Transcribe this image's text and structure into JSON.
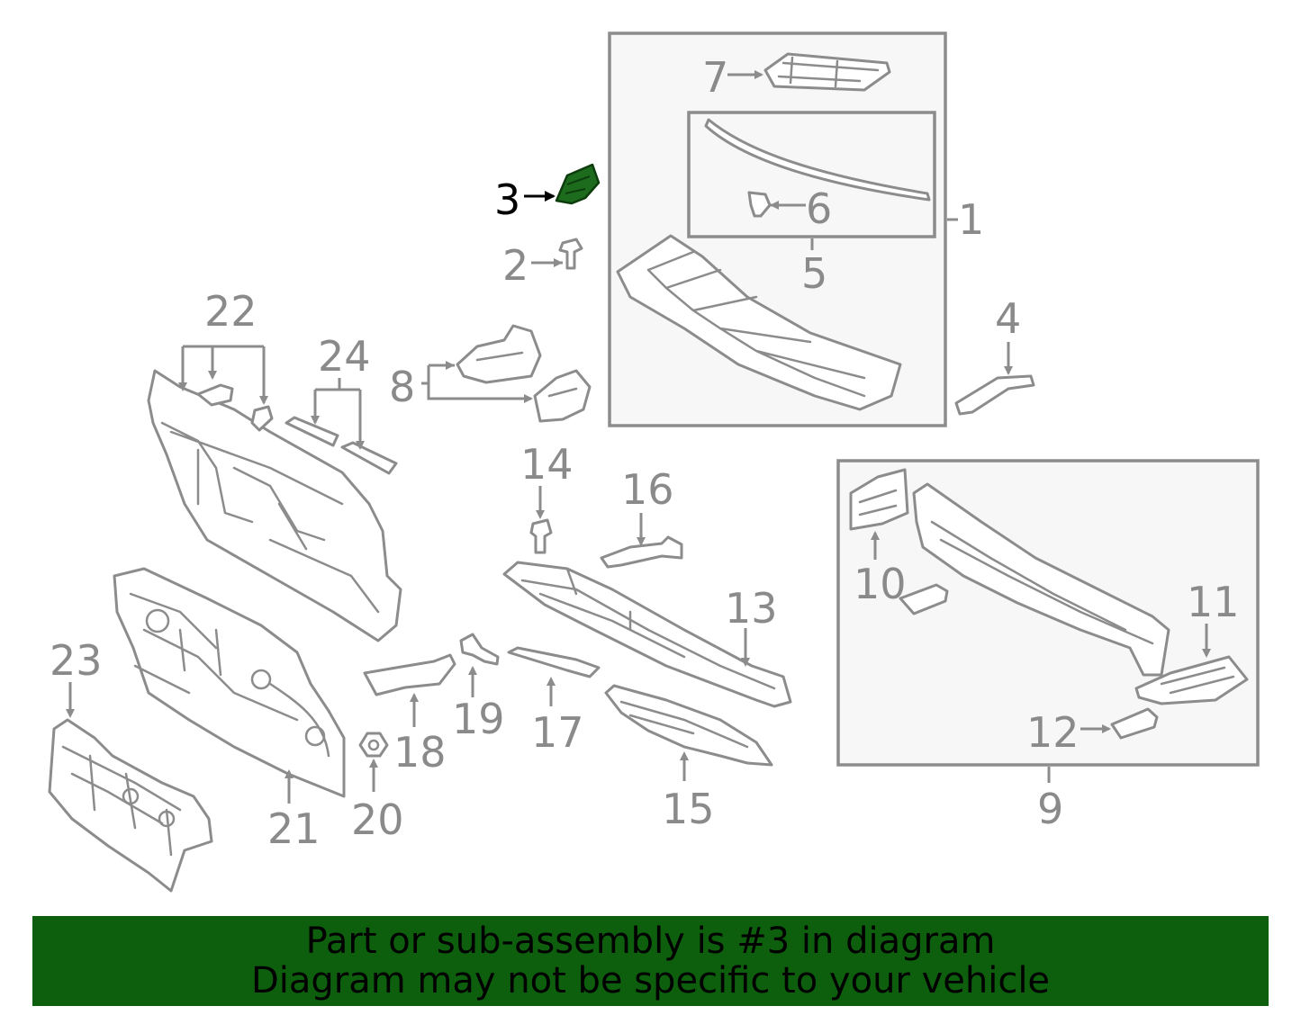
{
  "highlight": {
    "part_number": "3",
    "color": "#1d6b1d"
  },
  "callouts": {
    "c1": "1",
    "c2": "2",
    "c3": "3",
    "c4": "4",
    "c5": "5",
    "c6": "6",
    "c7": "7",
    "c8": "8",
    "c9": "9",
    "c10": "10",
    "c11": "11",
    "c12": "12",
    "c13": "13",
    "c14": "14",
    "c15": "15",
    "c16": "16",
    "c17": "17",
    "c18": "18",
    "c19": "19",
    "c20": "20",
    "c21": "21",
    "c22": "22",
    "c23": "23",
    "c24": "24"
  },
  "banner": {
    "line1": "Part or sub-assembly is #3 in diagram",
    "line2": "Diagram may not be specific to your vehicle",
    "background": "#0d5e0d"
  }
}
